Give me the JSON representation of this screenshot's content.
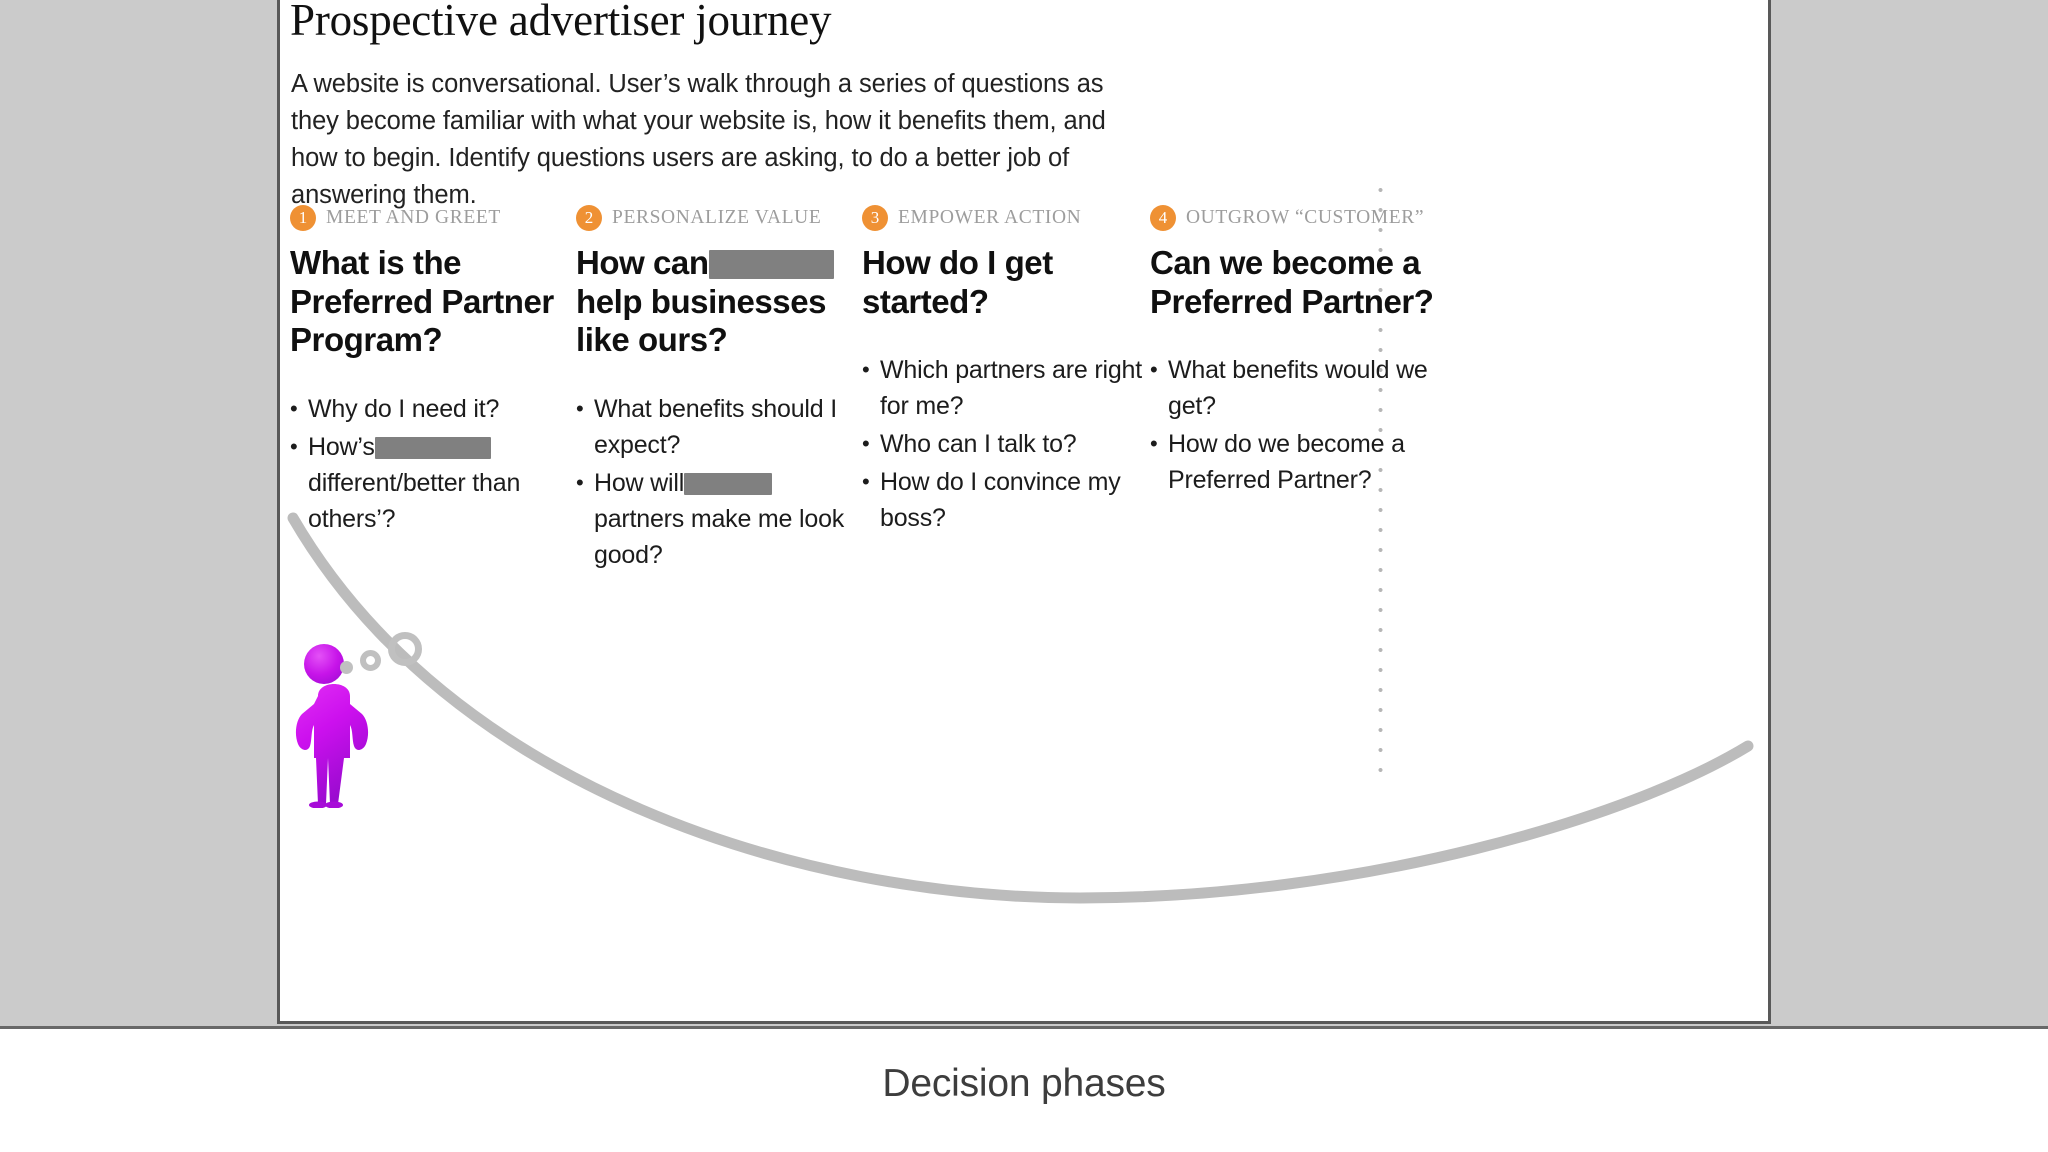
{
  "slide": {
    "title": "Prospective advertiser journey",
    "intro": "A website is conversational. User’s walk through a series of questions as they become familiar with what your website is, how it benefits them, and how to begin. Identify questions users are asking, to do a better job of answering them."
  },
  "phases": [
    {
      "number": "1",
      "name": "MEET AND GREET",
      "question_before": "What is the Preferred Partner Program?",
      "question_after": "",
      "question_has_redaction": false,
      "bullets": [
        {
          "before": "Why do I need it?",
          "after": "",
          "redacted": false
        },
        {
          "before": "How’s",
          "after": "different/better than others’?",
          "redacted": true
        }
      ]
    },
    {
      "number": "2",
      "name": "PERSONALIZE VALUE",
      "question_before": "How can",
      "question_after": "help businesses like ours?",
      "question_has_redaction": true,
      "bullets": [
        {
          "before": "What benefits should I expect?",
          "after": "",
          "redacted": false
        },
        {
          "before": "How will",
          "after": "partners make me look good?",
          "redacted": true
        }
      ]
    },
    {
      "number": "3",
      "name": "EMPOWER ACTION",
      "question_before": "How do I get started?",
      "question_after": "",
      "question_has_redaction": false,
      "bullets": [
        {
          "before": "Which partners are right for me?",
          "after": "",
          "redacted": false
        },
        {
          "before": "Who can I talk to?",
          "after": "",
          "redacted": false
        },
        {
          "before": "How do I convince my boss?",
          "after": "",
          "redacted": false
        }
      ]
    },
    {
      "number": "4",
      "name": "OUTGROW “CUSTOMER”",
      "question_before": "Can we become a Preferred Partner?",
      "question_after": "",
      "question_has_redaction": false,
      "bullets": [
        {
          "before": "What benefits would we get?",
          "after": "",
          "redacted": false
        },
        {
          "before": "How do we become a Preferred Partner?",
          "after": "",
          "redacted": false
        }
      ]
    }
  ],
  "footer": {
    "label": "Decision phases"
  },
  "colors": {
    "badge_orange": "#ef9134",
    "phase_label_grey": "#9d9d9d",
    "curve_grey": "#bcbcbc",
    "redaction_grey": "#808080",
    "figure_magenta": "#c514e8",
    "backdrop_grey": "#cbcbcb",
    "card_border": "#595959"
  }
}
